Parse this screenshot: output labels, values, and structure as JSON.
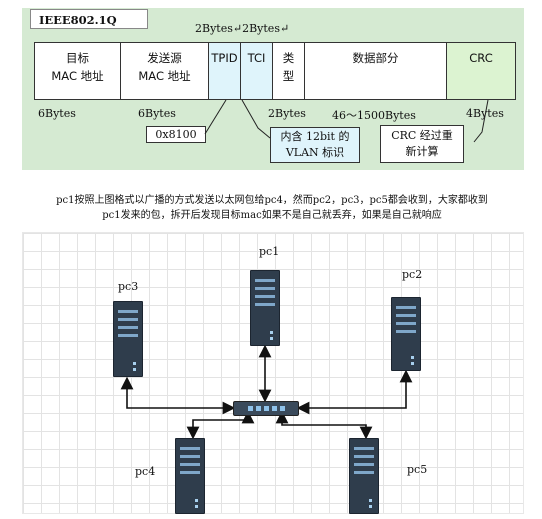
{
  "frame": {
    "title": "IEEE802.1Q",
    "top_bytes_label": "2Bytes↵2Bytes↵",
    "fields": [
      {
        "line1": "目标",
        "line2": "MAC 地址"
      },
      {
        "line1": "发送源",
        "line2": "MAC 地址"
      },
      {
        "line1": "TPID",
        "line2": ""
      },
      {
        "line1": "TCI",
        "line2": ""
      },
      {
        "line1": "类",
        "line2": "型"
      },
      {
        "line1": "数据部分",
        "line2": ""
      },
      {
        "line1": "CRC",
        "line2": ""
      }
    ],
    "bytes": {
      "dst": "6Bytes",
      "src": "6Bytes",
      "type": "2Bytes",
      "data": "46～1500Bytes",
      "crc": "4Bytes"
    },
    "notes": {
      "tpid_value": "0x8100",
      "tci_line1": "内含 12bit 的",
      "tci_line2": "VLAN 标识",
      "crc_line1": "CRC 经过重",
      "crc_line2": "新计算"
    }
  },
  "description": {
    "line1": "pc1按照上图格式以广播的方式发送以太网包给pc4，然而pc2，pc3，pc5都会收到，大家都收到",
    "line2": "pc1发来的包，拆开后发现目标mac如果不是自己就丢弃，如果是自己就响应"
  },
  "network": {
    "pc1": "pc1",
    "pc2": "pc2",
    "pc3": "pc3",
    "pc4": "pc4",
    "pc5": "pc5"
  },
  "colors": {
    "panel": "#d5ead2",
    "highlight_blue": "#dff4fb",
    "highlight_green": "#dcf3d1",
    "server_body": "#2f3d4c"
  },
  "icons": [
    "server-icon",
    "switch-icon"
  ]
}
